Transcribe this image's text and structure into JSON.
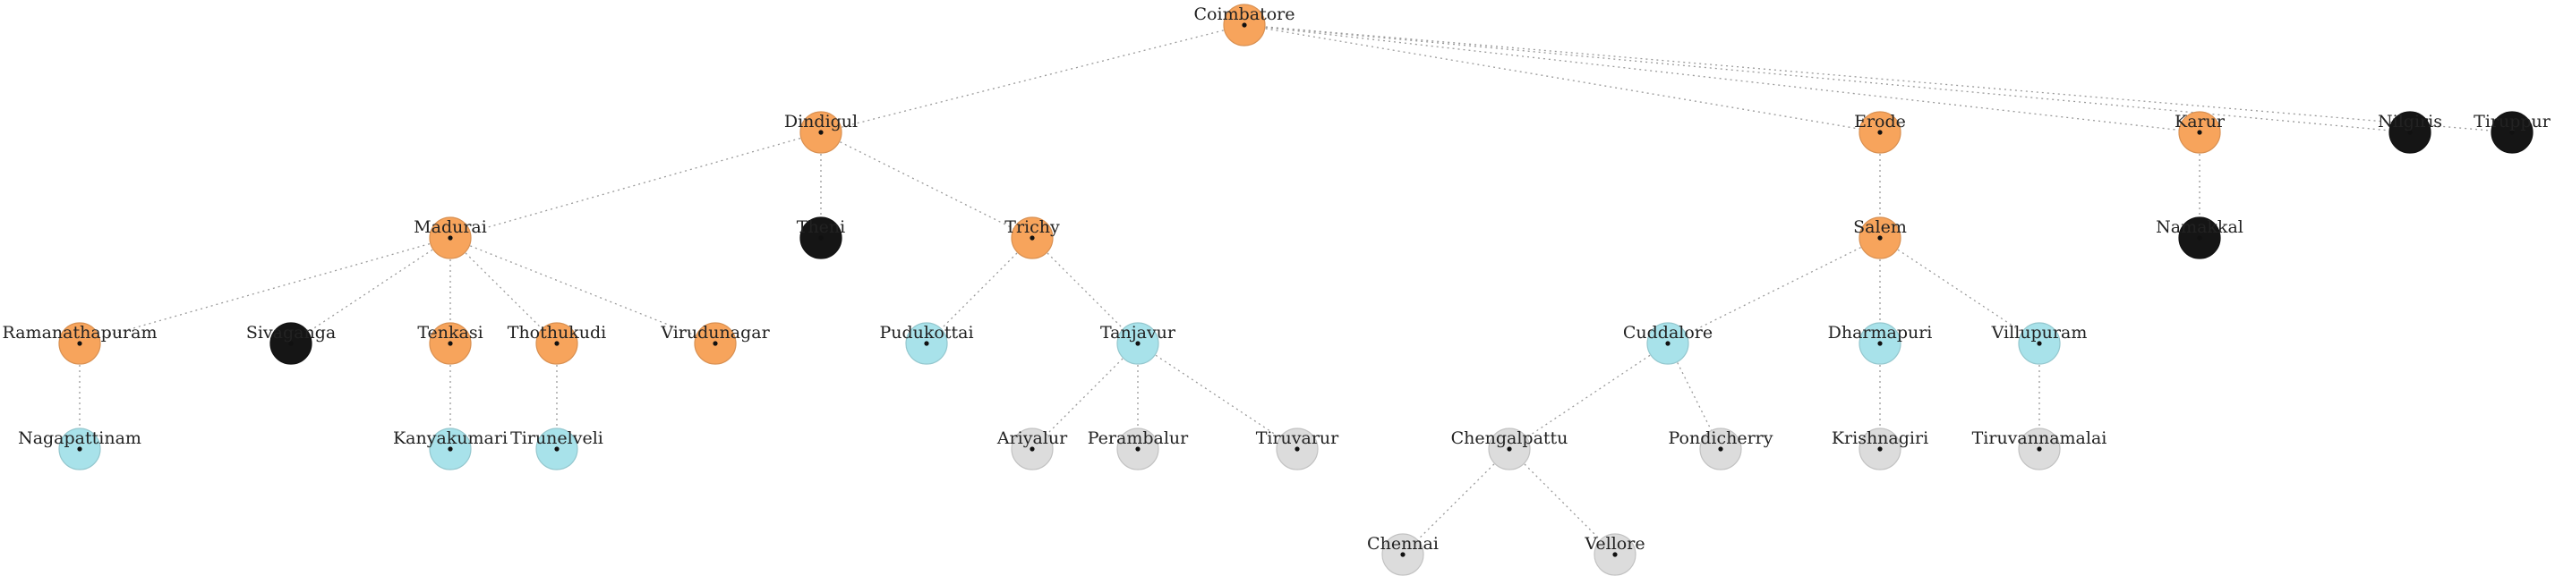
{
  "colors": {
    "orange": "#f7a45c",
    "cyan": "#a8e2ea",
    "gray": "#dcdcdc",
    "black": "#151515",
    "edge": "#9a9a9a"
  },
  "nodes": [
    {
      "id": "coimbatore",
      "label": "Coimbatore",
      "color": "orange"
    },
    {
      "id": "dindigul",
      "label": "Dindigul",
      "color": "orange"
    },
    {
      "id": "erode",
      "label": "Erode",
      "color": "orange"
    },
    {
      "id": "karur",
      "label": "Karur",
      "color": "orange"
    },
    {
      "id": "nilgiris",
      "label": "Nilgiris",
      "color": "black"
    },
    {
      "id": "tiruppur",
      "label": "Tiruppur",
      "color": "black"
    },
    {
      "id": "madurai",
      "label": "Madurai",
      "color": "orange"
    },
    {
      "id": "theni",
      "label": "Theni",
      "color": "black"
    },
    {
      "id": "trichy",
      "label": "Trichy",
      "color": "orange"
    },
    {
      "id": "salem",
      "label": "Salem",
      "color": "orange"
    },
    {
      "id": "namakkal",
      "label": "Namakkal",
      "color": "black"
    },
    {
      "id": "ramanathapuram",
      "label": "Ramanathapuram",
      "color": "orange"
    },
    {
      "id": "sivaganga",
      "label": "Sivaganga",
      "color": "black"
    },
    {
      "id": "tenkasi",
      "label": "Tenkasi",
      "color": "orange"
    },
    {
      "id": "thothukudi",
      "label": "Thothukudi",
      "color": "orange"
    },
    {
      "id": "virudunagar",
      "label": "Virudunagar",
      "color": "orange"
    },
    {
      "id": "pudukottai",
      "label": "Pudukottai",
      "color": "cyan"
    },
    {
      "id": "tanjavur",
      "label": "Tanjavur",
      "color": "cyan"
    },
    {
      "id": "cuddalore",
      "label": "Cuddalore",
      "color": "cyan"
    },
    {
      "id": "dharmapuri",
      "label": "Dharmapuri",
      "color": "cyan"
    },
    {
      "id": "villupuram",
      "label": "Villupuram",
      "color": "cyan"
    },
    {
      "id": "nagapattinam",
      "label": "Nagapattinam",
      "color": "cyan"
    },
    {
      "id": "kanyakumari",
      "label": "Kanyakumari",
      "color": "cyan"
    },
    {
      "id": "tirunelveli",
      "label": "Tirunelveli",
      "color": "cyan"
    },
    {
      "id": "ariyalur",
      "label": "Ariyalur",
      "color": "gray"
    },
    {
      "id": "perambalur",
      "label": "Perambalur",
      "color": "gray"
    },
    {
      "id": "tiruvarur",
      "label": "Tiruvarur",
      "color": "gray"
    },
    {
      "id": "chengalpattu",
      "label": "Chengalpattu",
      "color": "gray"
    },
    {
      "id": "pondicherry",
      "label": "Pondicherry",
      "color": "gray"
    },
    {
      "id": "krishnagiri",
      "label": "Krishnagiri",
      "color": "gray"
    },
    {
      "id": "tiruvannamalai",
      "label": "Tiruvannamalai",
      "color": "gray"
    },
    {
      "id": "chennai",
      "label": "Chennai",
      "color": "gray"
    },
    {
      "id": "vellore",
      "label": "Vellore",
      "color": "gray"
    }
  ],
  "edges": [
    [
      "coimbatore",
      "dindigul"
    ],
    [
      "coimbatore",
      "erode"
    ],
    [
      "coimbatore",
      "karur"
    ],
    [
      "coimbatore",
      "nilgiris"
    ],
    [
      "coimbatore",
      "tiruppur"
    ],
    [
      "dindigul",
      "madurai"
    ],
    [
      "dindigul",
      "theni"
    ],
    [
      "dindigul",
      "trichy"
    ],
    [
      "erode",
      "salem"
    ],
    [
      "karur",
      "namakkal"
    ],
    [
      "madurai",
      "ramanathapuram"
    ],
    [
      "madurai",
      "sivaganga"
    ],
    [
      "madurai",
      "tenkasi"
    ],
    [
      "madurai",
      "thothukudi"
    ],
    [
      "madurai",
      "virudunagar"
    ],
    [
      "trichy",
      "pudukottai"
    ],
    [
      "trichy",
      "tanjavur"
    ],
    [
      "salem",
      "cuddalore"
    ],
    [
      "salem",
      "dharmapuri"
    ],
    [
      "salem",
      "villupuram"
    ],
    [
      "ramanathapuram",
      "nagapattinam"
    ],
    [
      "tenkasi",
      "kanyakumari"
    ],
    [
      "thothukudi",
      "tirunelveli"
    ],
    [
      "tanjavur",
      "ariyalur"
    ],
    [
      "tanjavur",
      "perambalur"
    ],
    [
      "tanjavur",
      "tiruvarur"
    ],
    [
      "cuddalore",
      "chengalpattu"
    ],
    [
      "cuddalore",
      "pondicherry"
    ],
    [
      "dharmapuri",
      "krishnagiri"
    ],
    [
      "villupuram",
      "tiruvannamalai"
    ],
    [
      "chengalpattu",
      "chennai"
    ],
    [
      "chengalpattu",
      "vellore"
    ]
  ]
}
